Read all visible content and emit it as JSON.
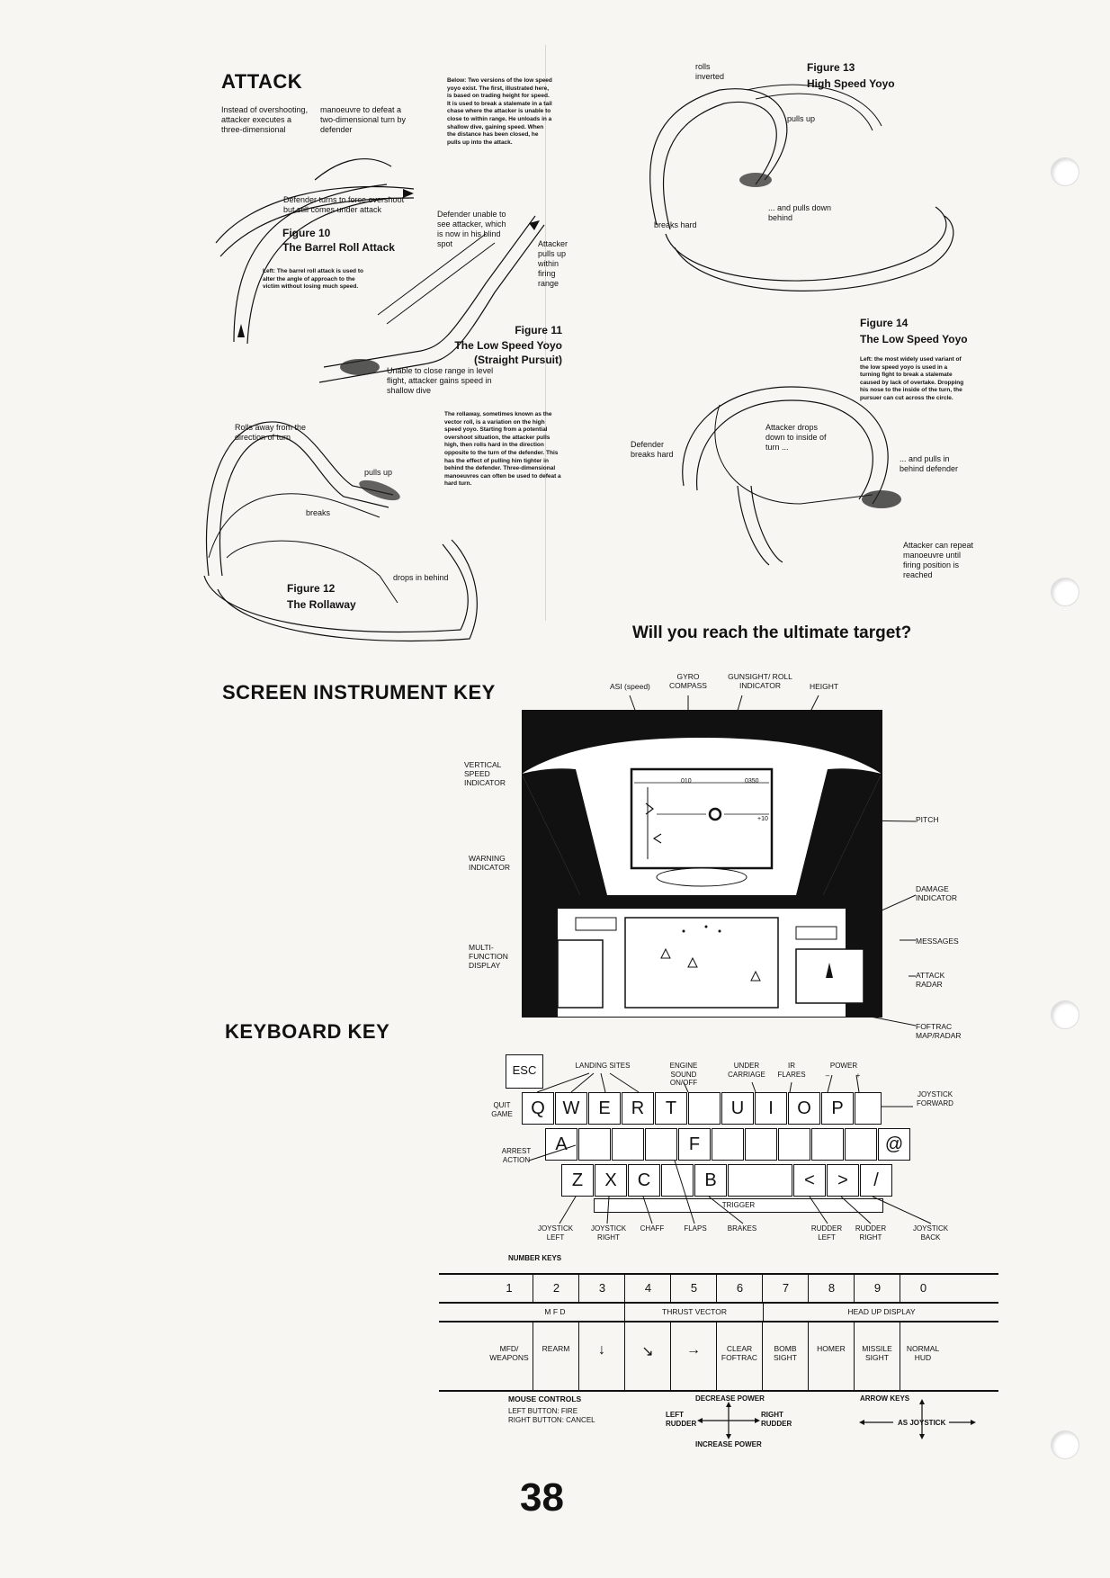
{
  "page_number": "38",
  "attack": {
    "heading": "ATTACK",
    "note_overshoot": "Instead of overshooting, attacker executes a three-dimensional",
    "note_manoeuvre": "manoeuvre to defeat a two-dimensional turn by defender",
    "note_defender_turns": "Defender turns to force overshoot but still comes under attack",
    "fig10_title": "Figure 10",
    "fig10_name": "The Barrel Roll Attack",
    "fig10_caption": "Left: The barrel roll attack is used to alter the angle of approach to the victim without losing much speed.",
    "yoyo_caption": "Below: Two versions of the low speed yoyo exist. The first, illustrated here, is based on trading height for speed. It is used to break a stalemate in a tail chase where the attacker is unable to close to within range. He unloads in a shallow dive, gaining speed. When the distance has been closed, he pulls up into the attack.",
    "note_defender_unable": "Defender unable to see attacker, which is now in his blind spot",
    "note_attacker_pulls": "Attacker pulls up within firing range",
    "fig11_title": "Figure 11",
    "fig11_name1": "The Low Speed Yoyo",
    "fig11_name2": "(Straight Pursuit)",
    "note_unable_close": "Unable to close range in level flight, attacker gains speed in shallow dive",
    "rollaway_caption": "The rollaway, sometimes known as the vector roll, is a variation on the high speed yoyo. Starting from a potential overshoot situation, the attacker pulls high, then rolls hard in the direction opposite to the turn of the defender. This has the effect of pulling him tighter in behind the defender. Three-dimensional manoeuvres can often be used to defeat a hard turn.",
    "note_rolls_away": "Rolls away from the direction of turn",
    "note_pulls_up": "pulls up",
    "note_breaks": "breaks",
    "note_drops_behind": "drops in behind",
    "fig12_title": "Figure 12",
    "fig12_name": "The Rollaway",
    "fig13_title": "Figure 13",
    "fig13_name": "High Speed Yoyo",
    "note_rolls_inverted": "rolls inverted",
    "note_pulls_up2": "pulls up",
    "note_pulls_down": "... and pulls down behind",
    "note_breaks_hard": "breaks hard",
    "fig14_title": "Figure 14",
    "fig14_name": "The Low Speed Yoyo",
    "fig14_caption": "Left: the most widely used variant of the low speed yoyo is used in a turning fight to break a stalemate caused by lack of overtake. Dropping his nose to the inside of the turn, the pursuer can cut across the circle.",
    "note_defender_breaks": "Defender breaks hard",
    "note_attacker_drops": "Attacker drops down to inside of turn ...",
    "note_pulls_in": "... and pulls in behind defender",
    "note_repeat": "Attacker can repeat manoeuvre until firing position is reached"
  },
  "tagline": "Will you reach the ultimate target?",
  "screen_key": {
    "heading": "SCREEN INSTRUMENT KEY",
    "asi": "ASI (speed)",
    "gyro": "GYRO COMPASS",
    "gunsight": "GUNSIGHT/ ROLL INDICATOR",
    "height": "HEIGHT",
    "vsi": "VERTICAL SPEED INDICATOR",
    "pitch": "PITCH",
    "warning": "WARNING INDICATOR",
    "damage": "DAMAGE INDICATOR",
    "messages": "MESSAGES",
    "mfd": "MULTI-FUNCTION DISPLAY",
    "attack_radar": "ATTACK RADAR",
    "fofrac": "FOFTRAC MAP/RADAR",
    "hud_speed": "010",
    "hud_height": "0350",
    "hud_pitch": "+10"
  },
  "keyboard_key": {
    "heading": "KEYBOARD KEY",
    "esc": "ESC",
    "row1": [
      "Q",
      "W",
      "E",
      "R",
      "T",
      "",
      "U",
      "I",
      "O",
      "P",
      ""
    ],
    "row2": [
      "A",
      "",
      "",
      "",
      "F",
      "",
      "",
      "",
      "",
      "",
      "@"
    ],
    "row3": [
      "Z",
      "X",
      "C",
      "",
      "B",
      "",
      "<",
      ">",
      "/"
    ],
    "landing_sites": "LANDING SITES",
    "engine": "ENGINE SOUND ON/OFF",
    "undercarriage": "UNDER CARRIAGE",
    "ir_flares": "IR FLARES",
    "power": "POWER",
    "power_minus": "–",
    "power_plus": "+",
    "quit": "QUIT GAME",
    "joystick_forward": "JOYSTICK FORWARD",
    "arrest": "ARREST ACTION",
    "trigger": "TRIGGER",
    "joystick_left": "JOYSTICK LEFT",
    "joystick_right": "JOYSTICK RIGHT",
    "chaff": "CHAFF",
    "flaps": "FLAPS",
    "brakes": "BRAKES",
    "rudder_left": "RUDDER LEFT",
    "rudder_right": "RUDDER RIGHT",
    "joystick_back": "JOYSTICK BACK"
  },
  "number_keys": {
    "heading": "NUMBER KEYS",
    "numbers": [
      "1",
      "2",
      "3",
      "4",
      "5",
      "6",
      "7",
      "8",
      "9",
      "0"
    ],
    "group_mfd": "M F D",
    "group_thrust": "THRUST VECTOR",
    "group_hud": "HEAD UP DISPLAY",
    "functions": [
      "MFD/ WEAPONS",
      "REARM",
      "↓",
      "↘",
      "→",
      "CLEAR FOFTRAC",
      "BOMB SIGHT",
      "HOMER",
      "MISSILE SIGHT",
      "NORMAL HUD"
    ]
  },
  "mouse": {
    "heading": "MOUSE CONTROLS",
    "left": "LEFT BUTTON: FIRE",
    "right": "RIGHT BUTTON: CANCEL",
    "decrease": "DECREASE POWER",
    "increase": "INCREASE POWER",
    "left_rudder": "LEFT RUDDER",
    "right_rudder": "RIGHT RUDDER",
    "arrow_heading": "ARROW KEYS",
    "as_joystick": "AS JOYSTICK"
  }
}
